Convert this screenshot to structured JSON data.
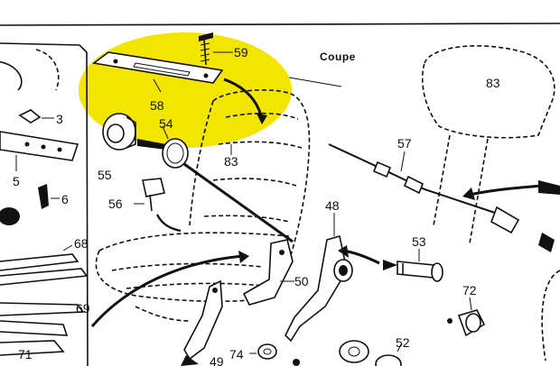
{
  "title": "Coupe",
  "highlight_color": "#f2e500",
  "line_color": "#111111",
  "part_labels": [
    {
      "id": "59",
      "text": "59"
    },
    {
      "id": "58",
      "text": "58"
    },
    {
      "id": "54",
      "text": "54"
    },
    {
      "id": "55",
      "text": "55"
    },
    {
      "id": "56",
      "text": "56"
    },
    {
      "id": "83a",
      "text": "83"
    },
    {
      "id": "83b",
      "text": "83"
    },
    {
      "id": "57",
      "text": "57"
    },
    {
      "id": "48",
      "text": "48"
    },
    {
      "id": "53",
      "text": "53"
    },
    {
      "id": "50",
      "text": "50"
    },
    {
      "id": "72",
      "text": "72"
    },
    {
      "id": "52",
      "text": "52"
    },
    {
      "id": "74",
      "text": "74"
    },
    {
      "id": "49",
      "text": "49"
    },
    {
      "id": "3",
      "text": "3"
    },
    {
      "id": "5",
      "text": "5"
    },
    {
      "id": "6",
      "text": "6"
    },
    {
      "id": "68",
      "text": "68"
    },
    {
      "id": "69",
      "text": "69"
    },
    {
      "id": "71",
      "text": "71"
    }
  ]
}
